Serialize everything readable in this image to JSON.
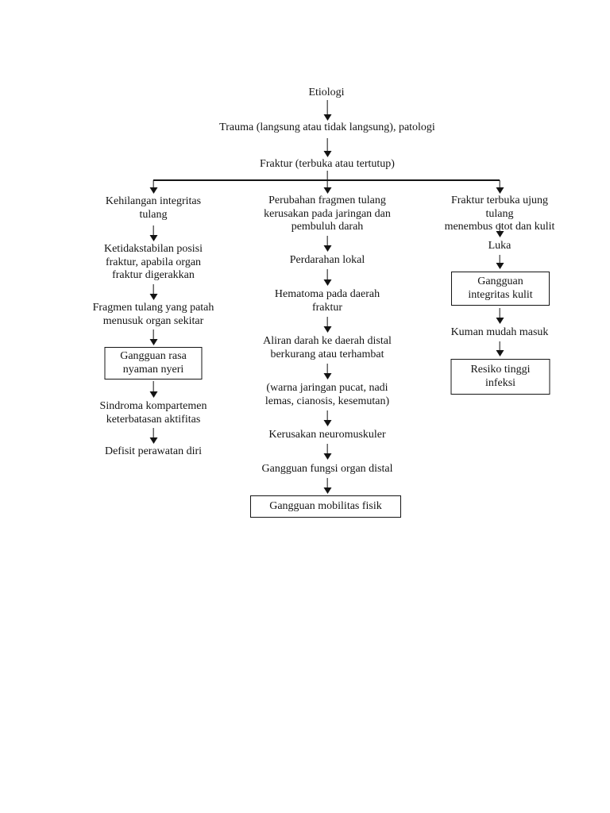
{
  "colors": {
    "page_background": "#ffffff",
    "ink": "#141414"
  },
  "nodes": {
    "etiologi": "Etiologi",
    "trauma": "Trauma (langsung atau tidak langsung), patologi",
    "fraktur": "Fraktur (terbuka atau tertutup)",
    "kehilangan_integritas": "Kehilangan integritas\ntulang",
    "ketidakstabilan": "Ketidakstabilan posisi\nfraktur, apabila organ\nfraktur digerakkan",
    "fragmen_tulang": "Fragmen tulang yang patah\nmenusuk organ sekitar",
    "gangguan_rasa_nyaman": "Gangguan rasa\nnyaman nyeri",
    "sindroma_kompartemen": "Sindroma kompartemen\nketerbatasan aktifitas",
    "defisit_perawatan": "Defisit perawatan diri",
    "perubahan_fragmen": "Perubahan fragmen tulang\nkerusakan pada jaringan dan\npembuluh darah",
    "perdarahan_lokal": "Perdarahan lokal",
    "hematoma": "Hematoma pada daerah\nfraktur",
    "aliran_darah": "Aliran darah ke daerah distal\nberkurang atau terhambat",
    "warna_jaringan": "(warna jaringan pucat, nadi\nlemas, cianosis, kesemutan)",
    "kerusakan_neuromuskuler": "Kerusakan neuromuskuler",
    "gangguan_fungsi_organ": "Gangguan fungsi organ distal",
    "gangguan_mobilitas": "Gangguan mobilitas fisik",
    "fraktur_terbuka": "Fraktur terbuka ujung tulang\nmenembus otot dan kulit",
    "luka": "Luka",
    "gangguan_integritas_kulit": "Gangguan\nintegritas kulit",
    "kuman_mudah_masuk": "Kuman mudah masuk",
    "resiko_tinggi_infeksi": "Resiko tinggi\ninfeksi"
  }
}
